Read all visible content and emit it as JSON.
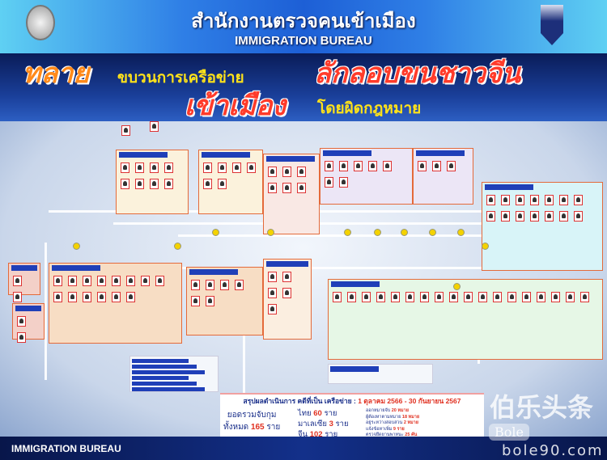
{
  "header": {
    "title_th": "สำนักงานตรวจคนเข้าเมือง",
    "title_en": "IMMIGRATION BUREAU"
  },
  "headline": {
    "part1": "ทลาย",
    "part2": "ขบวนการเครือข่าย",
    "part3": "ลักลอบขนชาวจีน",
    "part4": "เข้าเมือง",
    "part5": "โดยผิดกฎหมาย"
  },
  "summary": {
    "title": "สรุปผลดำเนินการ คดีที่เป็น เครือข่าย :",
    "period": "1 ตุลาคม 2566 - 30 กันยายน 2567",
    "total_label_1": "ยอดรวมจับกุม",
    "total_label_2": "ทั้งหมด",
    "total_value": "165",
    "unit": "ราย",
    "nationalities": [
      {
        "label": "ไทย",
        "value": "60"
      },
      {
        "label": "มาเลเซีย",
        "value": "3"
      },
      {
        "label": "จีน",
        "value": "102"
      }
    ],
    "details": [
      {
        "text": "ออกหมายจับ",
        "value": "20 หมาย"
      },
      {
        "text": "ผู้ต้องหาตามหมาย",
        "value": "18 หมาย"
      },
      {
        "text": "อยู่ระหว่างสอบสวน",
        "value": "2 หมาย"
      },
      {
        "text": "แจ้งข้อหาเพิ่ม",
        "value": "9 ราย"
      },
      {
        "text": "ตรวจยึดยานพาหนะ",
        "value": "25 คัน"
      }
    ]
  },
  "footer": {
    "label": "IMMIGRATION BUREAU"
  },
  "watermark": {
    "logo": "Bole",
    "cn": "伯乐头条",
    "url": "bole90.com"
  }
}
